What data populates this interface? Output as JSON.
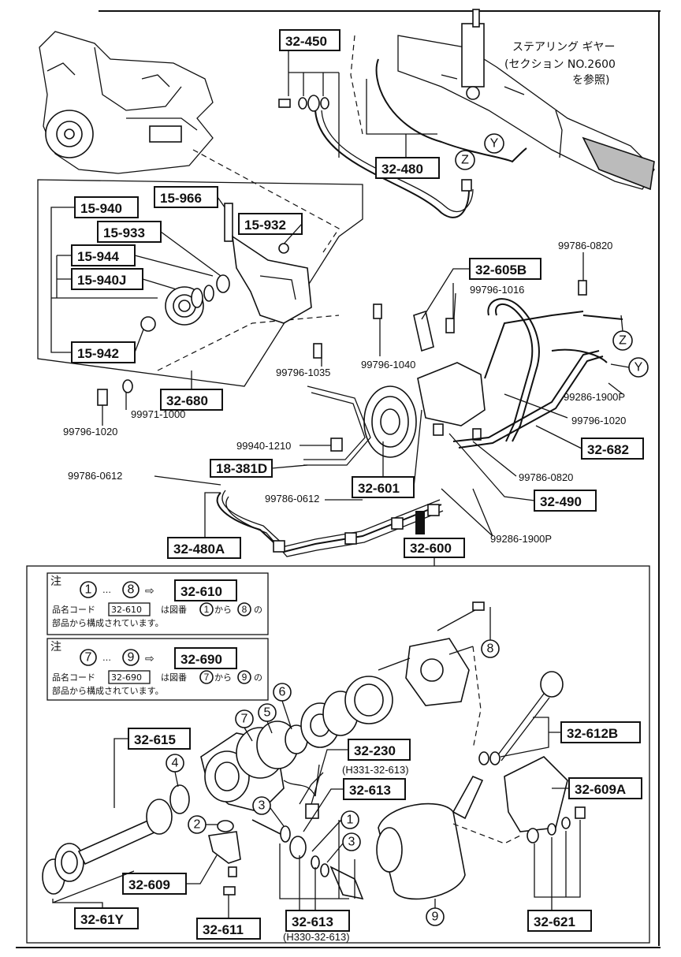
{
  "header": {
    "steering_gear_note": [
      "ステアリング ギヤー",
      "(セクション NO.2600",
      "を参照)"
    ]
  },
  "labels": {
    "l_32_450": "32-450",
    "l_32_480": "32-480",
    "l_15_940": "15-940",
    "l_15_966": "15-966",
    "l_15_932": "15-932",
    "l_15_933": "15-933",
    "l_15_944": "15-944",
    "l_15_940j": "15-940J",
    "l_15_942": "15-942",
    "l_32_680": "32-680",
    "l_32_605b": "32-605B",
    "l_32_682": "32-682",
    "l_32_490": "32-490",
    "l_18_381d": "18-381D",
    "l_32_601": "32-601",
    "l_32_480a": "32-480A",
    "l_32_600": "32-600",
    "l_32_615": "32-615",
    "l_32_230": "32-230",
    "l_32_613a": "32-613",
    "l_32_612b": "32-612B",
    "l_32_609a": "32-609A",
    "l_32_609": "32-609",
    "l_32_61y": "32-61Y",
    "l_32_611": "32-611",
    "l_32_613b": "32-613",
    "l_32_621": "32-621"
  },
  "part_numbers": {
    "p99786_0820a": "99786-0820",
    "p99796_1016": "99796-1016",
    "p99796_1040": "99796-1040",
    "p99796_1035": "99796-1035",
    "p99286_1900pa": "99286-1900P",
    "p99796_1020a": "99796-1020",
    "p99971_1000": "99971-1000",
    "p99796_1020b": "99796-1020",
    "p99940_1210": "99940-1210",
    "p99786_0612a": "99786-0612",
    "p99786_0612b": "99786-0612",
    "p99786_0820b": "99786-0820",
    "p99286_1900pb": "99286-1900P",
    "h331": "(H331-32-613)",
    "h330": "(H330-32-613)"
  },
  "callouts": {
    "Z1": "Z",
    "Y1": "Y",
    "Z2": "Z",
    "Y2": "Y",
    "n1": "1",
    "n2": "2",
    "n3a": "3",
    "n3b": "3",
    "n4": "4",
    "n5": "5",
    "n6": "6",
    "n7": "7",
    "n8": "8",
    "n9": "9"
  },
  "notes": [
    {
      "prefix": "注",
      "range_start": "1",
      "range_dots": "…",
      "range_end": "8",
      "arrow": "⇨",
      "target": "32-610",
      "line2_pre": "品名コード",
      "line2_code": "32-610",
      "line2_mid": "は図番",
      "line2_from": "1",
      "line2_kara": "から",
      "line2_to": "8",
      "line2_no": "の",
      "line3": "部品から構成されています。"
    },
    {
      "prefix": "注",
      "range_start": "7",
      "range_dots": "…",
      "range_end": "9",
      "arrow": "⇨",
      "target": "32-690",
      "line2_pre": "品名コード",
      "line2_code": "32-690",
      "line2_mid": "は図番",
      "line2_from": "7",
      "line2_kara": "から",
      "line2_to": "9",
      "line2_no": "の",
      "line3": "部品から構成されています。"
    }
  ]
}
